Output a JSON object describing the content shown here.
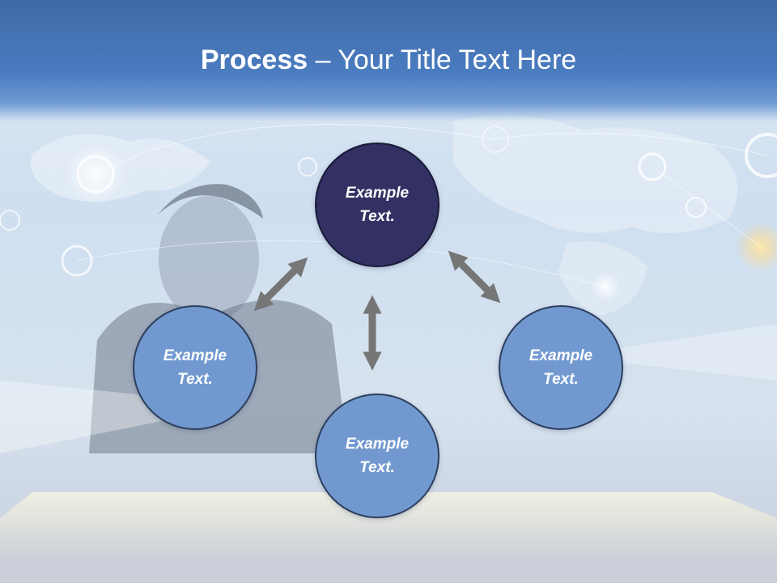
{
  "title": {
    "bold": "Process",
    "rest": " – Your Title Text Here"
  },
  "nodes": {
    "top": "Example\nText.",
    "left": "Example\nText.",
    "right": "Example\nText.",
    "bottom": "Example\nText."
  },
  "colors": {
    "title_band": "#4a7cc0",
    "node_light": "#7299cf",
    "node_dark": "#333163",
    "arrow": "#767676"
  }
}
